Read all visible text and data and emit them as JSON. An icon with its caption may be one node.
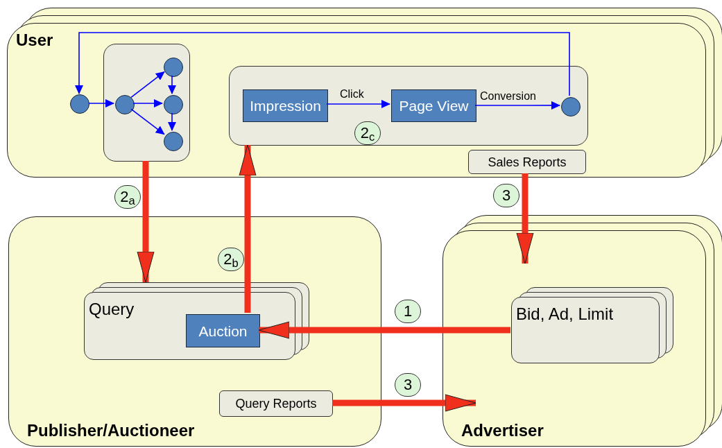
{
  "diagram": {
    "nodes": [
      {
        "text": [
          "User"
        ]
      },
      {
        "text": [],
        "shape": "box",
        "in": 0
      },
      {
        "text": [],
        "shape": "circle",
        "in": 0
      },
      {
        "text": [],
        "shape": "circle",
        "in": 1
      },
      {
        "text": [],
        "shape": "circle",
        "in": 1
      },
      {
        "text": [],
        "shape": "circle",
        "in": 1
      },
      {
        "text": [],
        "shape": "circle",
        "in": 1
      },
      {
        "text": [],
        "shape": "box",
        "in": 0
      },
      {
        "text": [
          "Impression"
        ],
        "in": 7
      },
      {
        "text": [
          "Page View"
        ],
        "in": 7
      },
      {
        "text": [],
        "shape": "circle",
        "in": 7
      },
      {
        "text": [
          "2$_{c}$"
        ],
        "in": 7
      },
      {
        "text": [
          "Sales Reports"
        ],
        "in": 0
      },
      {
        "text": [
          "Publisher/Auctioneer"
        ]
      },
      {
        "text": [
          "Query"
        ],
        "in": 13
      },
      {
        "text": [
          "Auction"
        ],
        "in": 14
      },
      {
        "text": [
          "Query Reports"
        ],
        "in": 13
      },
      {
        "text": [
          "Advertiser"
        ]
      },
      {
        "text": [
          "Bid, Ad, Limit"
        ],
        "in": 17
      },
      {
        "text": [
          "2$_{a}$"
        ]
      },
      {
        "text": [
          "2$_{b}$"
        ],
        "in": 13
      },
      {
        "text": [
          "1"
        ]
      },
      {
        "text": [
          "3"
        ]
      },
      {
        "text": [
          "3"
        ]
      }
    ],
    "edges": [
      {
        "from": 10,
        "to": 2,
        "arrow": "to"
      },
      {
        "from": 2,
        "to": 3,
        "arrow": "to"
      },
      {
        "from": 3,
        "to": 4,
        "arrow": "to"
      },
      {
        "from": 3,
        "to": 5,
        "arrow": "to"
      },
      {
        "from": 3,
        "to": 6,
        "arrow": "to"
      },
      {
        "from": 4,
        "to": 5,
        "arrow": "to"
      },
      {
        "from": 5,
        "to": 6,
        "arrow": "to"
      },
      {
        "from": 8,
        "to": 9,
        "arrow": "to",
        "label": "Click"
      },
      {
        "from": 9,
        "to": 10,
        "arrow": "to",
        "label": "Conversion"
      },
      {
        "from": 1,
        "to": 14,
        "arrow": "to",
        "style": "thick",
        "color": "#f0301c"
      },
      {
        "from": 15,
        "to": 7,
        "arrow": "to",
        "style": "thick",
        "color": "#f0301c"
      },
      {
        "from": 12,
        "to": 17,
        "arrow": "to",
        "style": "thick",
        "color": "#f0301c"
      },
      {
        "from": 18,
        "to": 15,
        "arrow": "to",
        "style": "thick",
        "color": "#f0301c"
      },
      {
        "from": 16,
        "to": 17,
        "arrow": "to",
        "style": "thick",
        "color": "#f0301c"
      }
    ]
  }
}
